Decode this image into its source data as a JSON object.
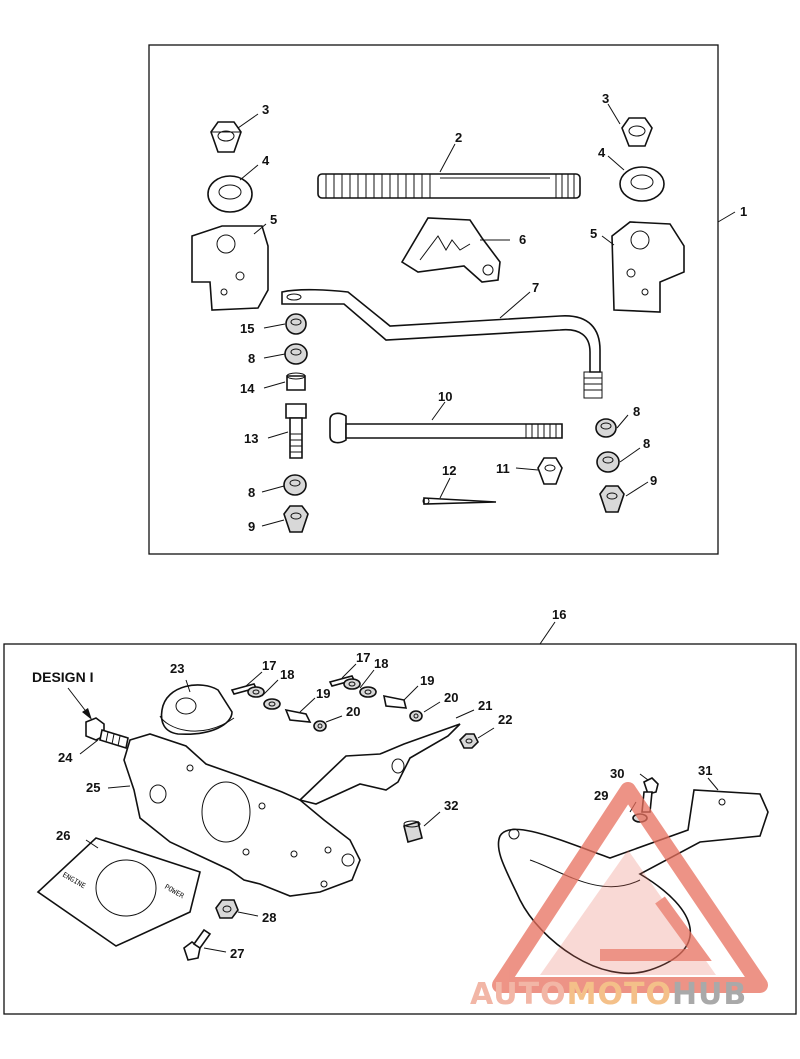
{
  "design_label": "DESIGN I",
  "upper_group_callout": "1",
  "lower_group_callout": "16",
  "callouts": {
    "c2": "2",
    "c3a": "3",
    "c3b": "3",
    "c4a": "4",
    "c4b": "4",
    "c5a": "5",
    "c5b": "5",
    "c6": "6",
    "c7": "7",
    "c8a": "8",
    "c8b": "8",
    "c8c": "8",
    "c8d": "8",
    "c9a": "9",
    "c9b": "9",
    "c10": "10",
    "c11": "11",
    "c12": "12",
    "c13": "13",
    "c14": "14",
    "c15": "15",
    "c17a": "17",
    "c17b": "17",
    "c18a": "18",
    "c18b": "18",
    "c19a": "19",
    "c19b": "19",
    "c20a": "20",
    "c20b": "20",
    "c21": "21",
    "c22": "22",
    "c23": "23",
    "c24": "24",
    "c25": "25",
    "c26": "26",
    "c27": "27",
    "c28": "28",
    "c29": "29",
    "c30": "30",
    "c31": "31",
    "c32": "32"
  },
  "gasket_text": {
    "left": "ENGINE",
    "right": "POWER"
  },
  "watermark": {
    "part1": "AUTO",
    "part2": "MOTO",
    "part3": "HUB",
    "color1": "#f2b6a6",
    "color2": "#f4c089",
    "color3": "#a9a9a9",
    "logo_color": "#e8705e"
  }
}
